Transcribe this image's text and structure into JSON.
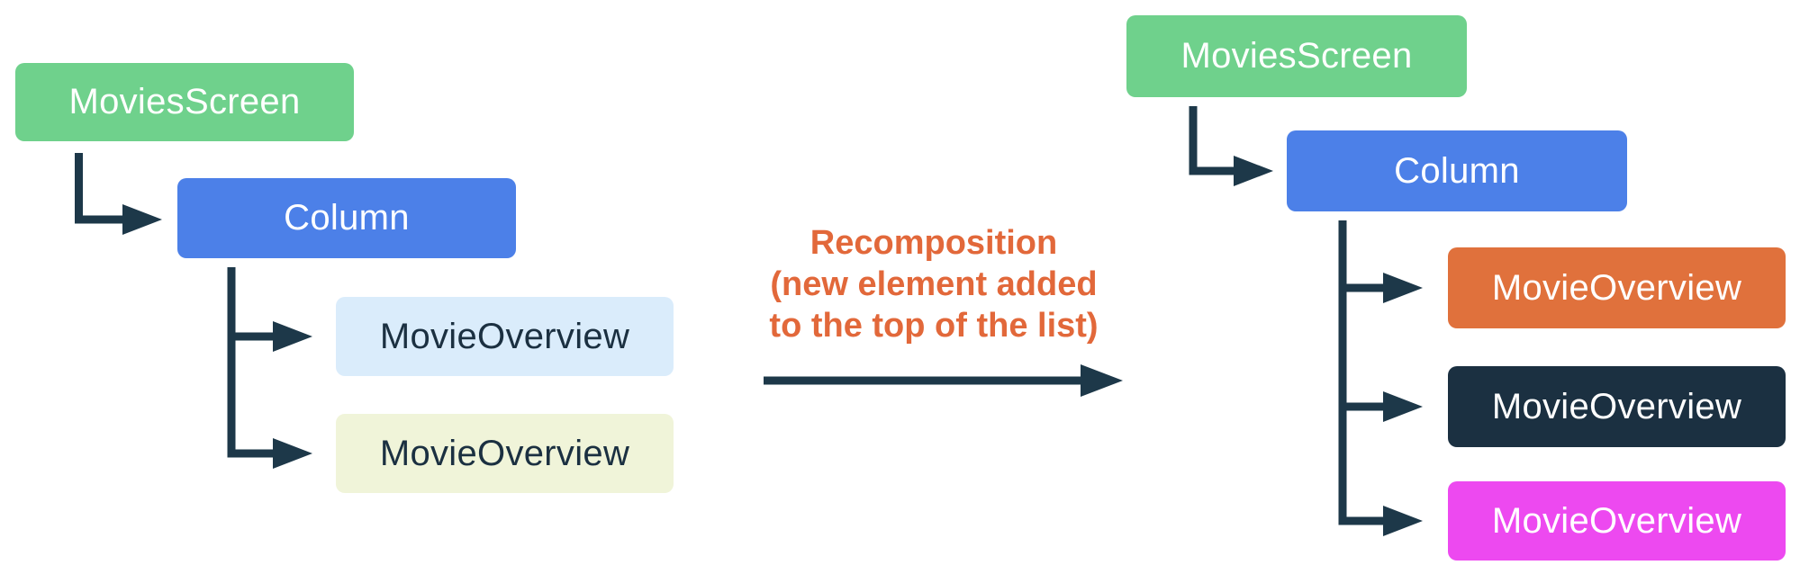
{
  "diagram_title": "Compose tree recomposition diagram",
  "colors": {
    "green_box": "#6FD18C",
    "blue_box": "#4C80E8",
    "light_blue_box": "#DAECFB",
    "cream_box": "#F0F4D9",
    "orange_box": "#E0713C",
    "navy_box": "#1B3041",
    "magenta_box": "#ED49F0",
    "connector": "#1D3849",
    "caption_text": "#E2683A",
    "box_text_light": "#FFFFFF",
    "box_text_dark": "#1B3041"
  },
  "left_tree": {
    "nodes": [
      {
        "id": "movies-screen",
        "label": "MoviesScreen",
        "color": "#6FD18C",
        "text_color": "#FFFFFF"
      },
      {
        "id": "column",
        "label": "Column",
        "color": "#4C80E8",
        "text_color": "#FFFFFF"
      },
      {
        "id": "movie-overview-1",
        "label": "MovieOverview",
        "color": "#DAECFB",
        "text_color": "#1B3041"
      },
      {
        "id": "movie-overview-2",
        "label": "MovieOverview",
        "color": "#F0F4D9",
        "text_color": "#1B3041"
      }
    ]
  },
  "right_tree": {
    "nodes": [
      {
        "id": "movies-screen",
        "label": "MoviesScreen",
        "color": "#6FD18C",
        "text_color": "#FFFFFF"
      },
      {
        "id": "column",
        "label": "Column",
        "color": "#4C80E8",
        "text_color": "#FFFFFF"
      },
      {
        "id": "movie-overview-1",
        "label": "MovieOverview",
        "color": "#E0713C",
        "text_color": "#FFFFFF"
      },
      {
        "id": "movie-overview-2",
        "label": "MovieOverview",
        "color": "#1B3041",
        "text_color": "#FFFFFF"
      },
      {
        "id": "movie-overview-3",
        "label": "MovieOverview",
        "color": "#ED49F0",
        "text_color": "#FFFFFF"
      }
    ]
  },
  "caption": {
    "lines": [
      "Recomposition",
      "(new element added",
      "to the top of the list)"
    ],
    "color": "#E2683A"
  }
}
